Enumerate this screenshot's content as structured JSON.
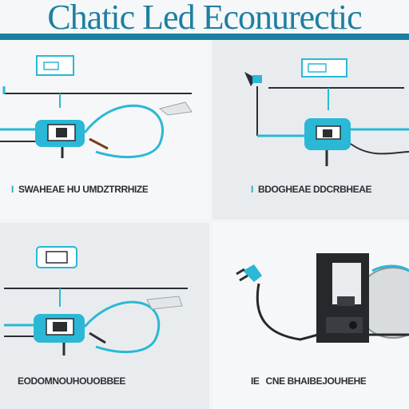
{
  "header": {
    "title": "Chatic Led Econurectic",
    "accent_color": "#1e7fa2"
  },
  "panels": [
    {
      "id": "top-left",
      "caption": "SWAHEAE HU UMDZTRRHIZE",
      "marker": "I"
    },
    {
      "id": "top-right",
      "caption": "BDOGHEAE DDCRBHEAE",
      "marker": "I"
    },
    {
      "id": "bottom-left",
      "caption": "EODOMNOUHOUOBBEE"
    },
    {
      "id": "bottom-right",
      "caption": "CNE BHAIBEJOUHEHE",
      "marker": "IE"
    }
  ],
  "colors": {
    "cyan": "#2ab8d6",
    "dark": "#2b2f33",
    "panel_bg": "#e9ecee"
  }
}
